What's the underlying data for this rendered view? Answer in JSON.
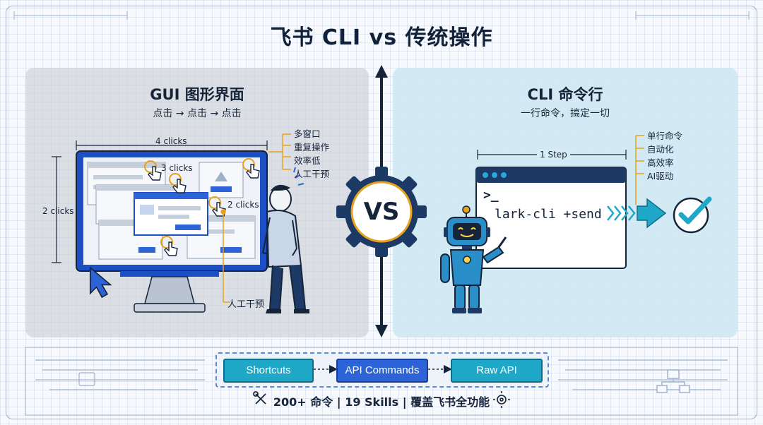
{
  "title": "飞书 CLI vs 传统操作",
  "vs_label": "VS",
  "gui": {
    "title": "GUI 图形界面",
    "subtitle": "点击 → 点击 → 点击",
    "width_label": "4 clicks",
    "height_label": "2 clicks",
    "click_labels": [
      "3 clicks",
      "2 clicks"
    ],
    "pain_points": [
      "多窗口",
      "重复操作",
      "效率低",
      "人工干预"
    ],
    "callout": "人工干预"
  },
  "cli": {
    "title": "CLI 命令行",
    "subtitle": "一行命令，搞定一切",
    "step_label": "1 Step",
    "prompt": ">_",
    "command": "lark-cli +send",
    "benefits": [
      "单行命令",
      "自动化",
      "高效率",
      "AI驱动"
    ]
  },
  "pipeline": {
    "steps": [
      "Shortcuts",
      "API Commands",
      "Raw API"
    ]
  },
  "footer": "200+ 命令 | 19 Skills | 覆盖飞书全功能",
  "colors": {
    "navy": "#16243a",
    "blue": "#2c64d8",
    "teal": "#1fa7c8",
    "orange": "#e6a21a",
    "robot": "#2a8fc8"
  },
  "icons": [
    "tools-icon",
    "gear-icon",
    "hand-cursor-icon",
    "arrow-cursor-icon",
    "check-icon",
    "robot-icon",
    "person-icon",
    "vs-gear-icon",
    "circuit-icon",
    "flowchart-icon"
  ]
}
